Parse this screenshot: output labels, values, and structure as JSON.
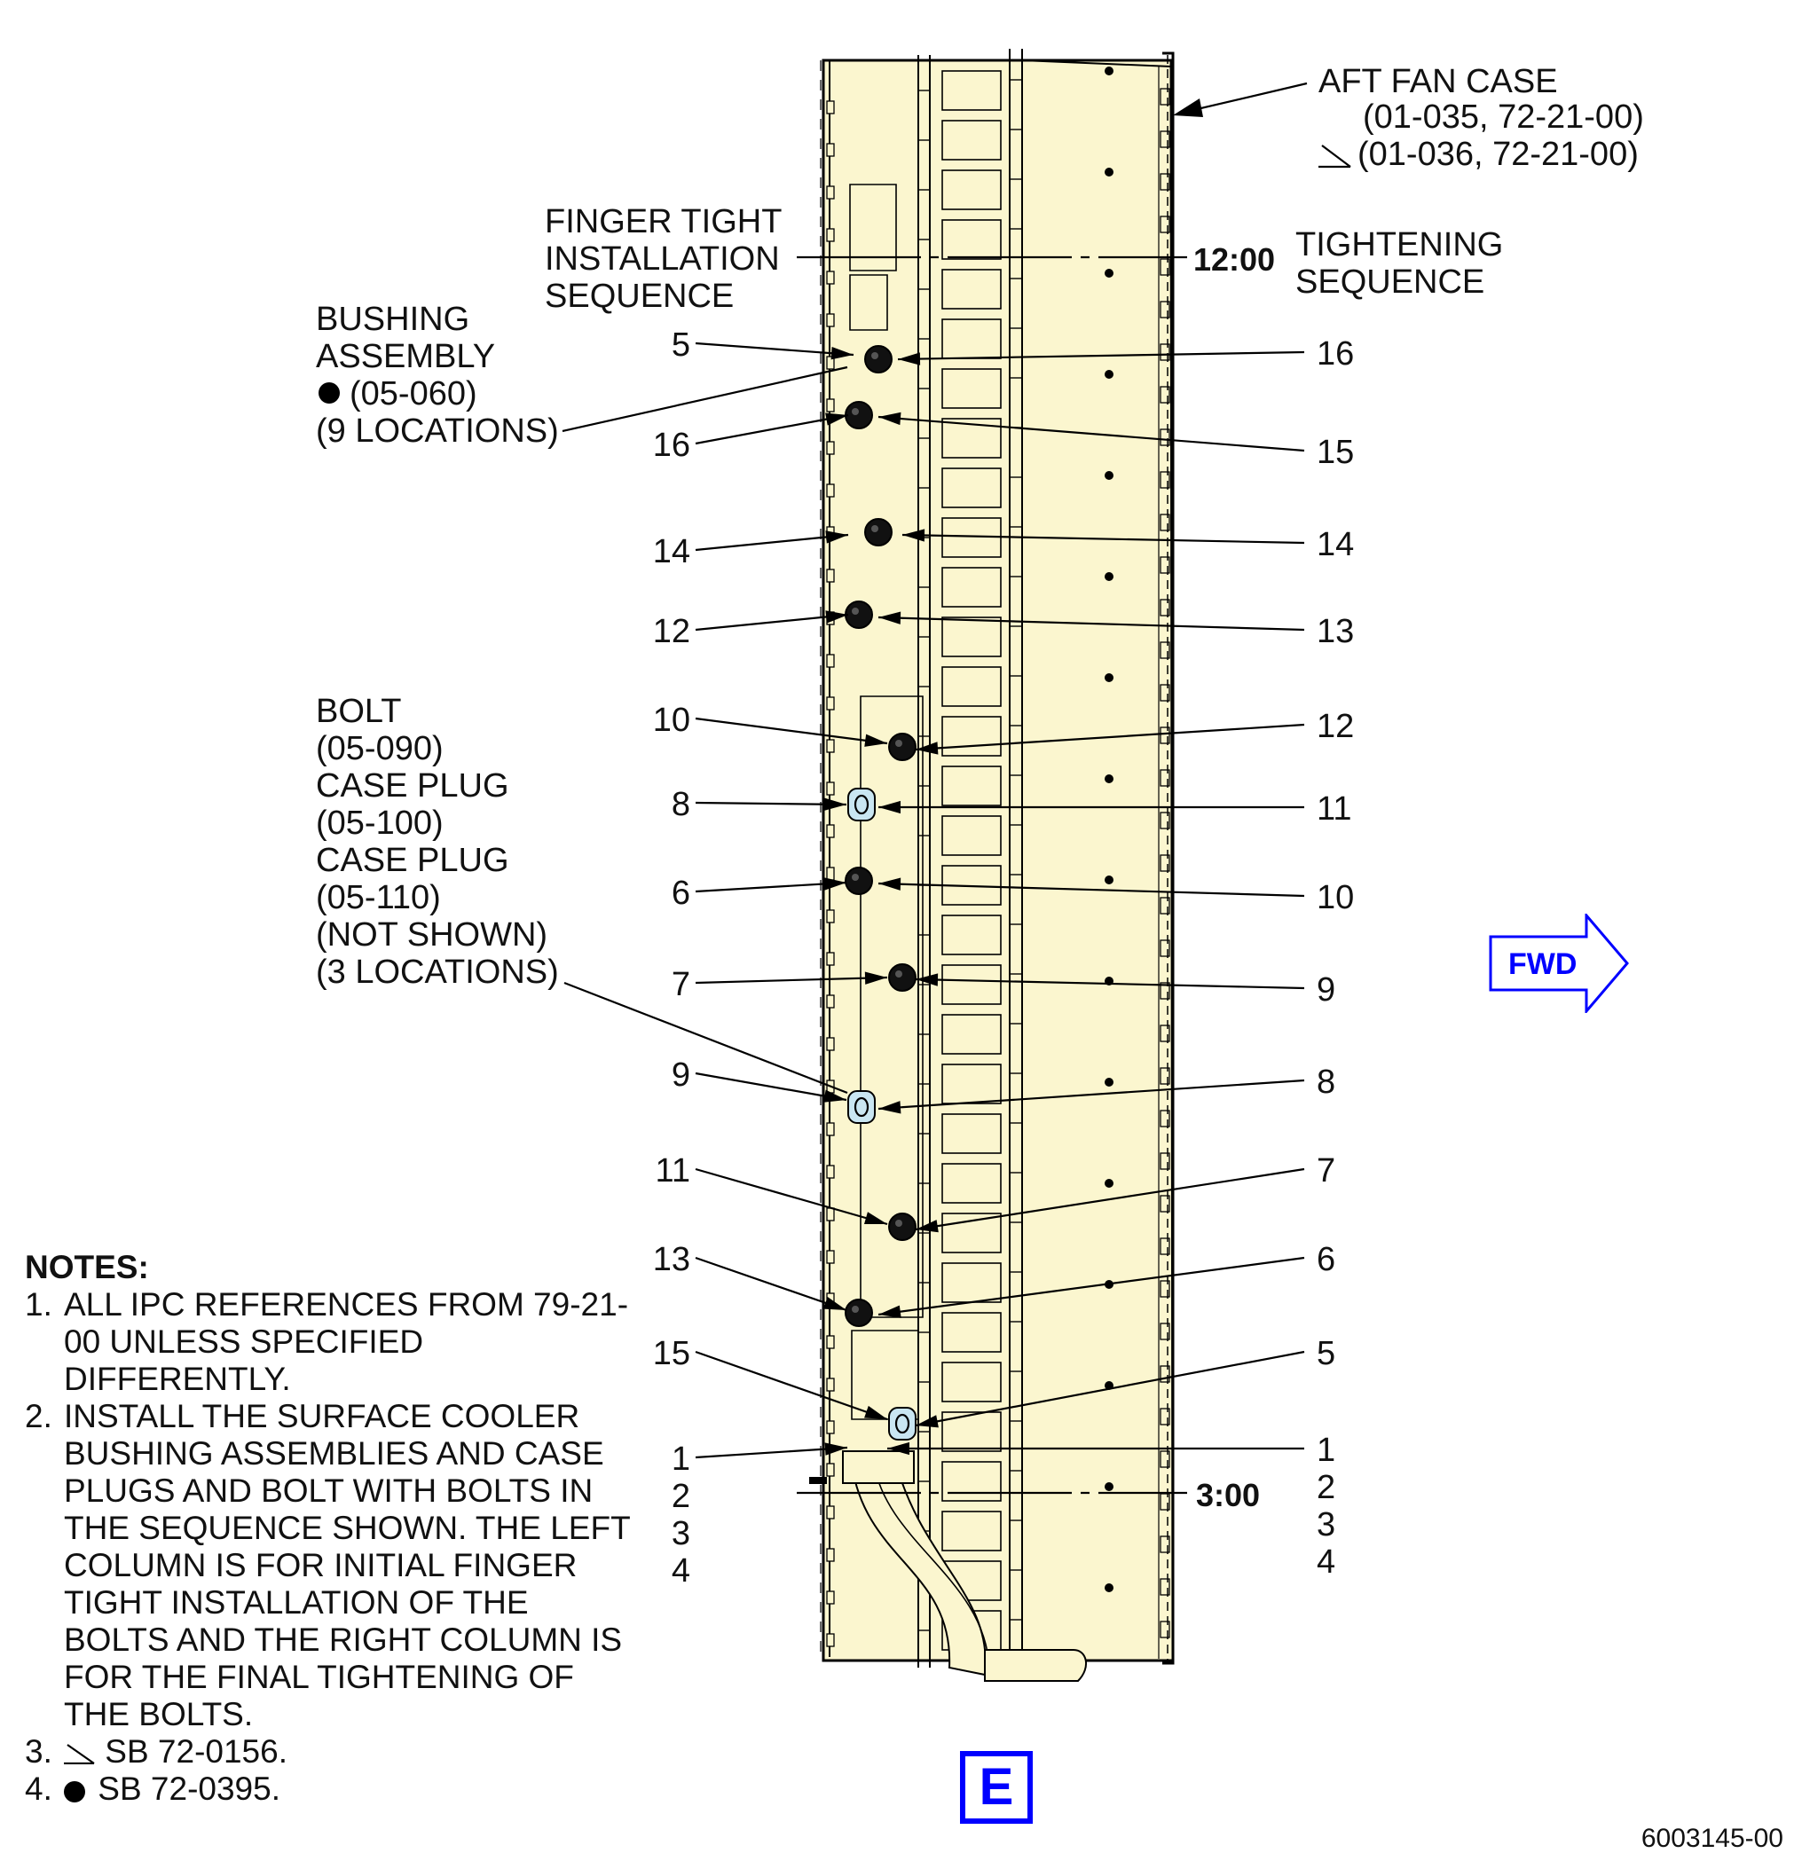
{
  "labels": {
    "aft_fan_case": "AFT FAN CASE",
    "aft_fan_case_ref1": "(01-035, 72-21-00)",
    "aft_fan_case_ref2": "(01-036, 72-21-00)",
    "finger_tight_1": "FINGER TIGHT",
    "finger_tight_2": "INSTALLATION",
    "finger_tight_3": "SEQUENCE",
    "tightening_1": "TIGHTENING",
    "tightening_2": "SEQUENCE",
    "clock_12": "12:00",
    "clock_3": "3:00",
    "bushing_1": "BUSHING",
    "bushing_2": "ASSEMBLY",
    "bushing_3": "(05-060)",
    "bushing_4": "(9 LOCATIONS)",
    "bolt_1": "BOLT",
    "bolt_2": "(05-090)",
    "bolt_3": "CASE PLUG",
    "bolt_4": "(05-100)",
    "bolt_5": "CASE PLUG",
    "bolt_6": "(05-110)",
    "bolt_7": "(NOT SHOWN)",
    "bolt_8": "(3 LOCATIONS)",
    "fwd": "FWD",
    "view": "E",
    "figure_id": "6003145-00"
  },
  "left_sequence": [
    "5",
    "16",
    "14",
    "12",
    "10",
    "8",
    "6",
    "7",
    "9",
    "11",
    "13",
    "15",
    "1",
    "2",
    "3",
    "4"
  ],
  "right_sequence": [
    "16",
    "15",
    "14",
    "13",
    "12",
    "11",
    "10",
    "9",
    "8",
    "7",
    "6",
    "5",
    "1",
    "2",
    "3",
    "4"
  ],
  "notes": {
    "title": "NOTES:",
    "items": [
      {
        "num": "1.",
        "text": "ALL IPC REFERENCES FROM 79-21-00 UNLESS SPECIFIED DIFFERENTLY."
      },
      {
        "num": "2.",
        "text": "INSTALL THE SURFACE COOLER BUSHING ASSEMBLIES AND CASE PLUGS AND BOLT WITH BOLTS IN THE SEQUENCE SHOWN. THE LEFT COLUMN IS FOR INITIAL FINGER TIGHT INSTALLATION OF THE BOLTS AND THE RIGHT COLUMN IS FOR THE FINAL TIGHTENING OF THE BOLTS."
      },
      {
        "num": "3.",
        "text": "SB 72-0156."
      },
      {
        "num": "4.",
        "text": "SB 72-0395."
      }
    ]
  },
  "colors": {
    "panel_fill": "#fbf6cf",
    "line": "#000000",
    "accent_blue": "#0000ff",
    "plug_blue": "#c9e6f2"
  }
}
